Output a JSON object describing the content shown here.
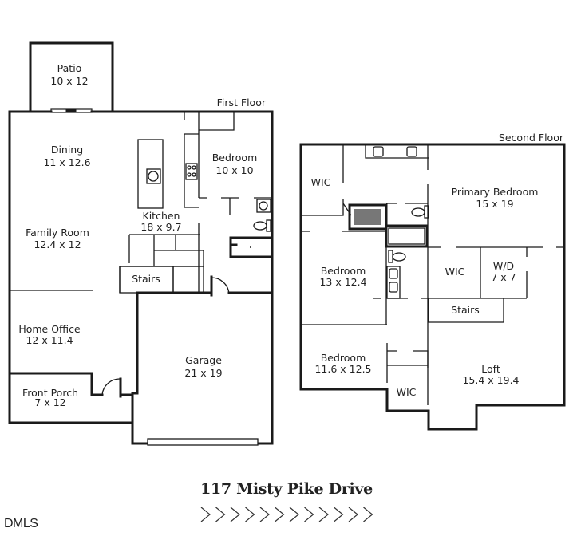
{
  "first_floor": {
    "title": "First Floor",
    "rooms": [
      {
        "name": "Patio",
        "size": "10 x 12"
      },
      {
        "name": "Dining",
        "size": "11 x 12.6"
      },
      {
        "name": "Bedroom",
        "size": "10 x 10"
      },
      {
        "name": "Kitchen",
        "size": "18 x 9.7"
      },
      {
        "name": "Family Room",
        "size": "12.4 x 12"
      },
      {
        "name": "Stairs",
        "size": ""
      },
      {
        "name": "Home Office",
        "size": "12 x 11.4"
      },
      {
        "name": "Garage",
        "size": "21 x 19"
      },
      {
        "name": "Front Porch",
        "size": "7 x 12"
      }
    ]
  },
  "second_floor": {
    "title": "Second Floor",
    "rooms": [
      {
        "name": "WIC",
        "size": ""
      },
      {
        "name": "Primary Bedroom",
        "size": "15 x 19"
      },
      {
        "name": "Bedroom",
        "size": "13 x 12.4"
      },
      {
        "name": "WIC",
        "size": ""
      },
      {
        "name": "W/D",
        "size": "7 x 7"
      },
      {
        "name": "Stairs",
        "size": ""
      },
      {
        "name": "Bedroom",
        "size": "11.6 x 12.5"
      },
      {
        "name": "Loft",
        "size": "15.4 x 19.4"
      },
      {
        "name": "WIC",
        "size": ""
      }
    ]
  },
  "footer": {
    "address": "117 Misty Pike Drive",
    "chevron_count": 12,
    "logo": "DMLS"
  }
}
